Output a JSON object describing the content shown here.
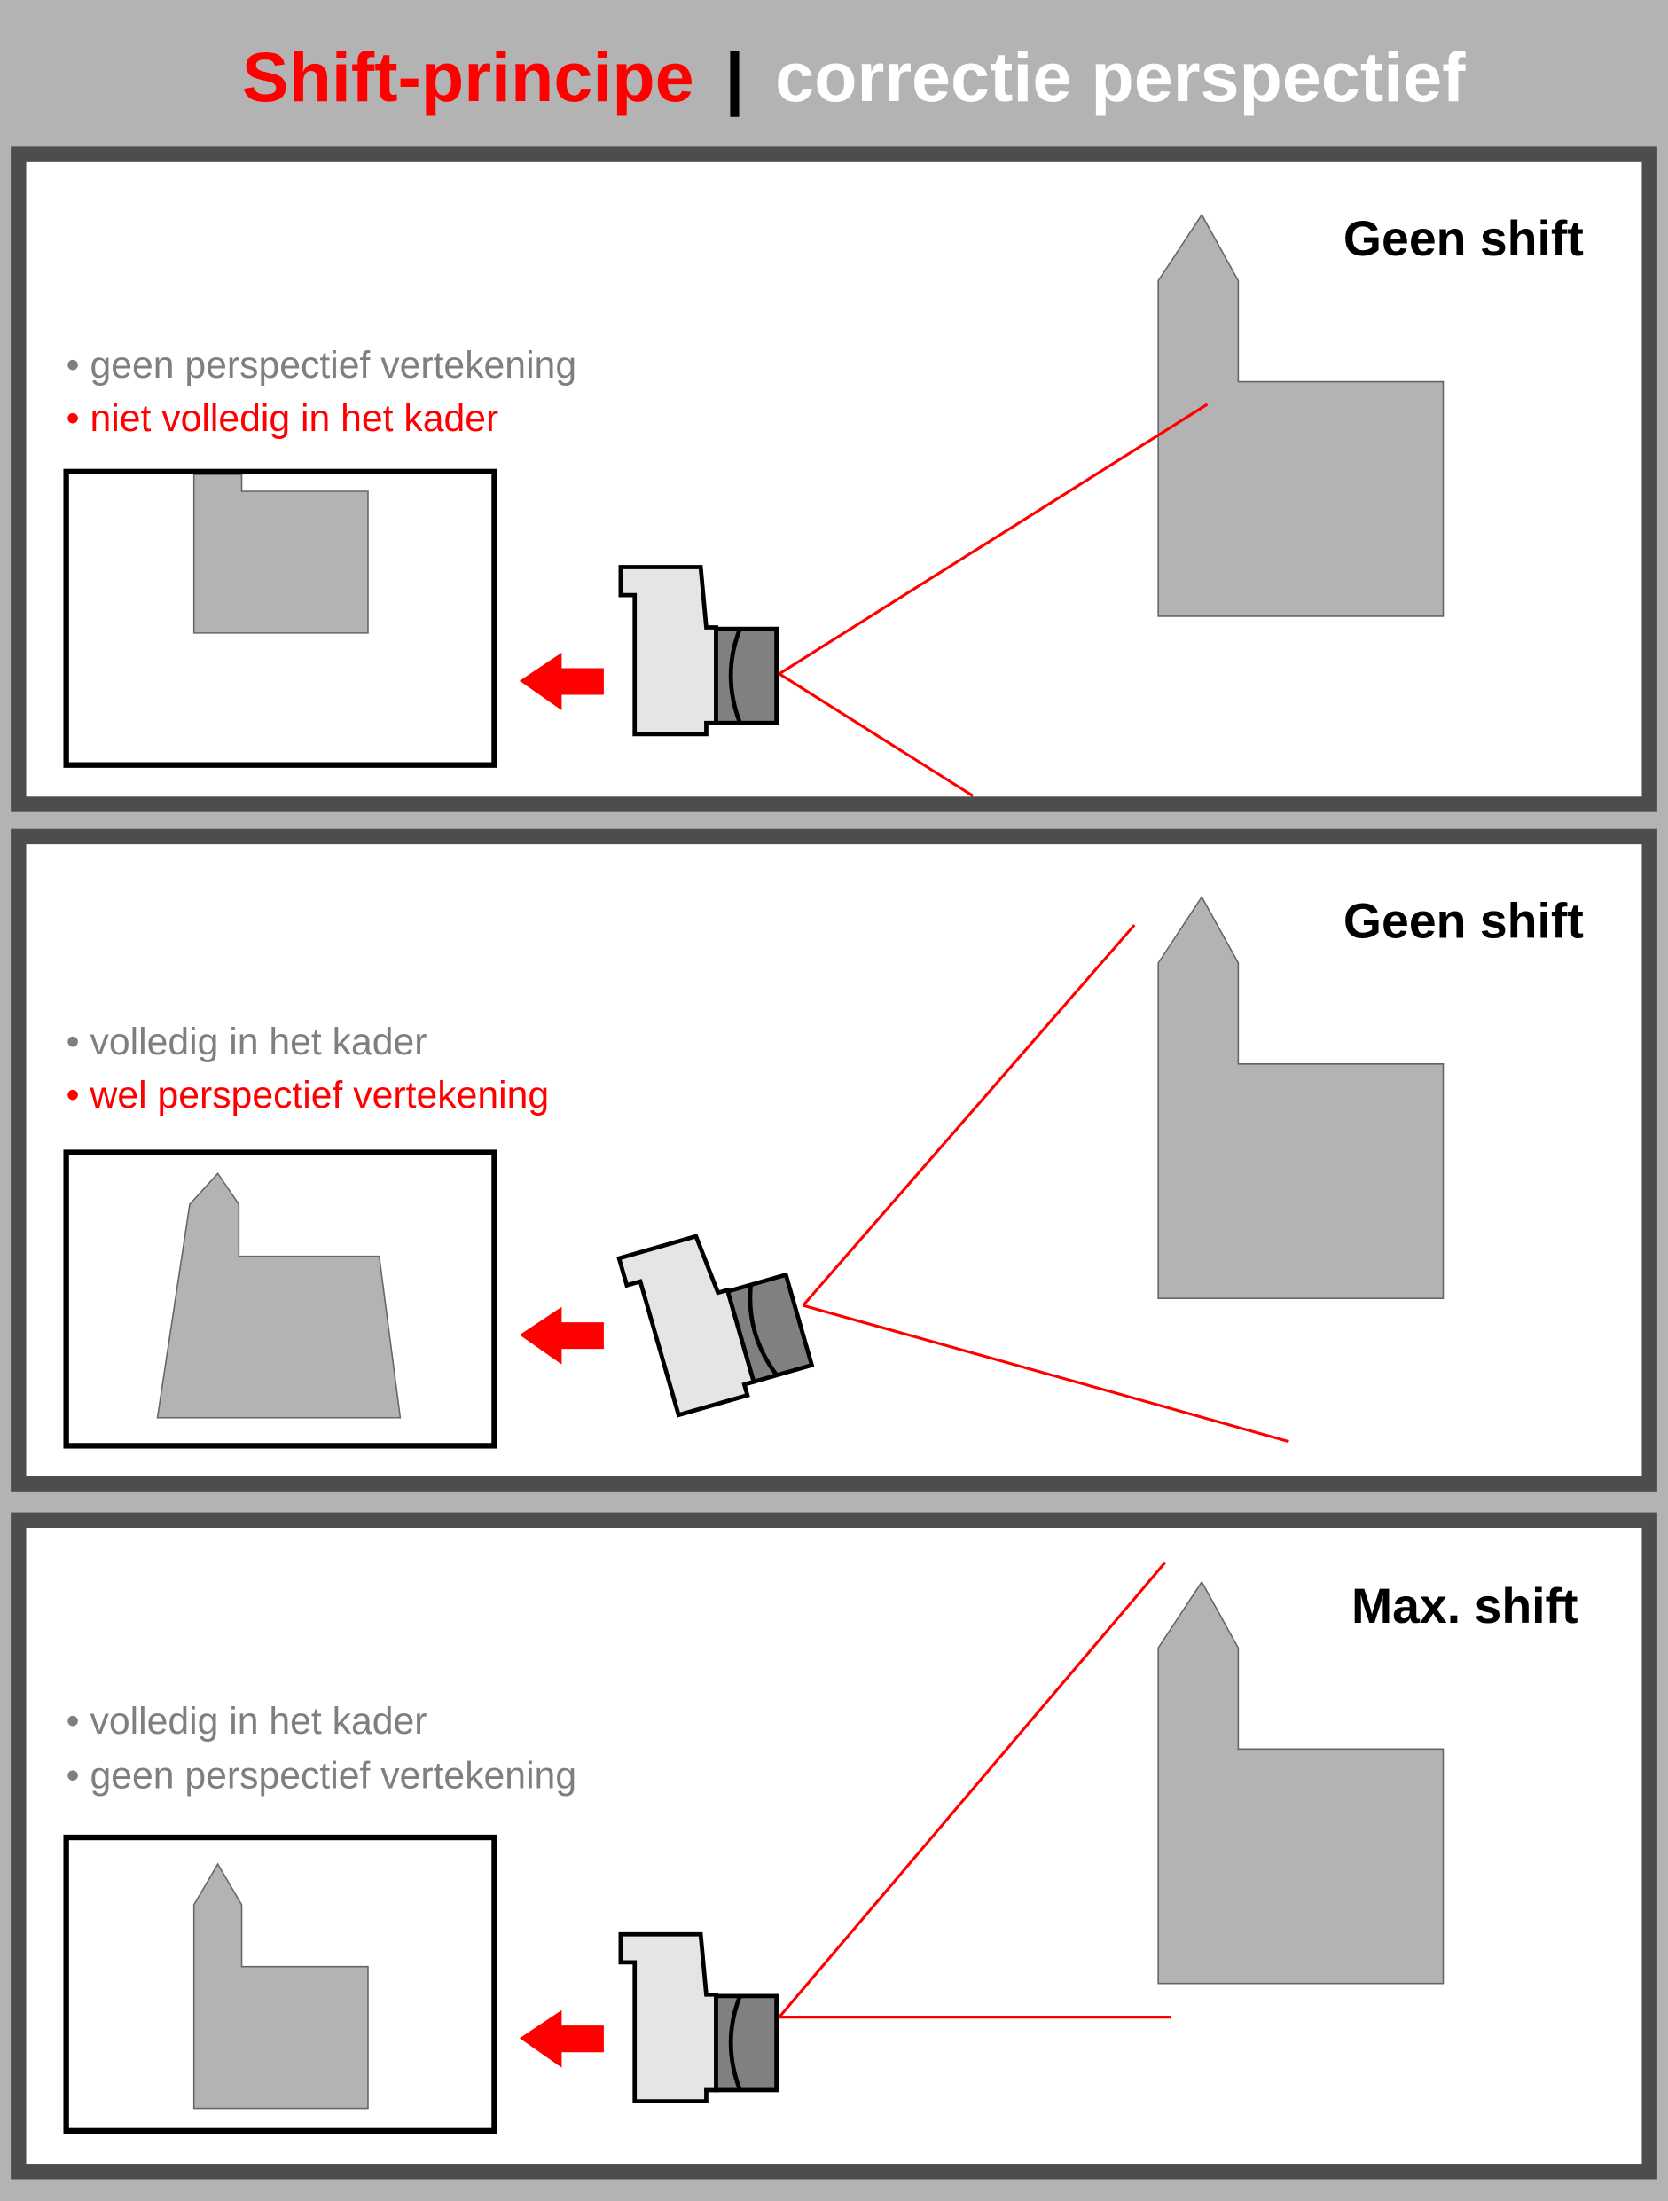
{
  "title": {
    "part1": "Shift-principe",
    "separator": "|",
    "part2": "correctie perspectief"
  },
  "colors": {
    "accent": "#ff0000",
    "panel_border": "#4d4d4d",
    "building": "#b3b3b3",
    "background": "#b3b3b3"
  },
  "panels": [
    {
      "label": "Geen shift",
      "bullets": [
        {
          "text": "geen perspectief vertekening",
          "color": "gray"
        },
        {
          "text": "niet volledig in het kader",
          "color": "red"
        }
      ]
    },
    {
      "label": "Geen shift",
      "bullets": [
        {
          "text": "volledig in het kader",
          "color": "gray"
        },
        {
          "text": "wel perspectief vertekening",
          "color": "red"
        }
      ]
    },
    {
      "label": "Max. shift",
      "bullets": [
        {
          "text": "volledig in het kader",
          "color": "gray"
        },
        {
          "text": "geen perspectief vertekening",
          "color": "gray"
        }
      ]
    }
  ],
  "bullet_char": "•"
}
